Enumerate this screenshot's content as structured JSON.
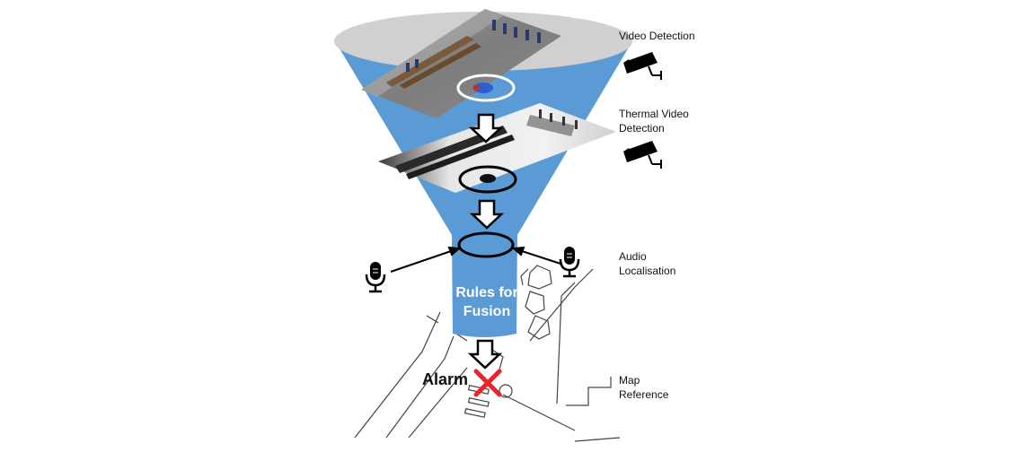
{
  "labels": {
    "video_detection": "Video Detection",
    "thermal_line1": "Thermal Video",
    "thermal_line2": "Detection",
    "audio_line1": "Audio",
    "audio_line2": "Localisation",
    "map_line1": "Map",
    "map_line2": "Reference"
  },
  "fusion": {
    "line1": "Rules for",
    "line2": "Fusion"
  },
  "alarm": {
    "label": "Alarm"
  },
  "colors": {
    "funnel_blue": "#5b9bd5",
    "funnel_top": "#d0d0d0",
    "alarm_cross": "#e8262a"
  },
  "icons": [
    "camera-icon",
    "camera-icon",
    "microphone-icon",
    "microphone-icon",
    "alarm-cross-icon",
    "arrow-down-icon"
  ]
}
